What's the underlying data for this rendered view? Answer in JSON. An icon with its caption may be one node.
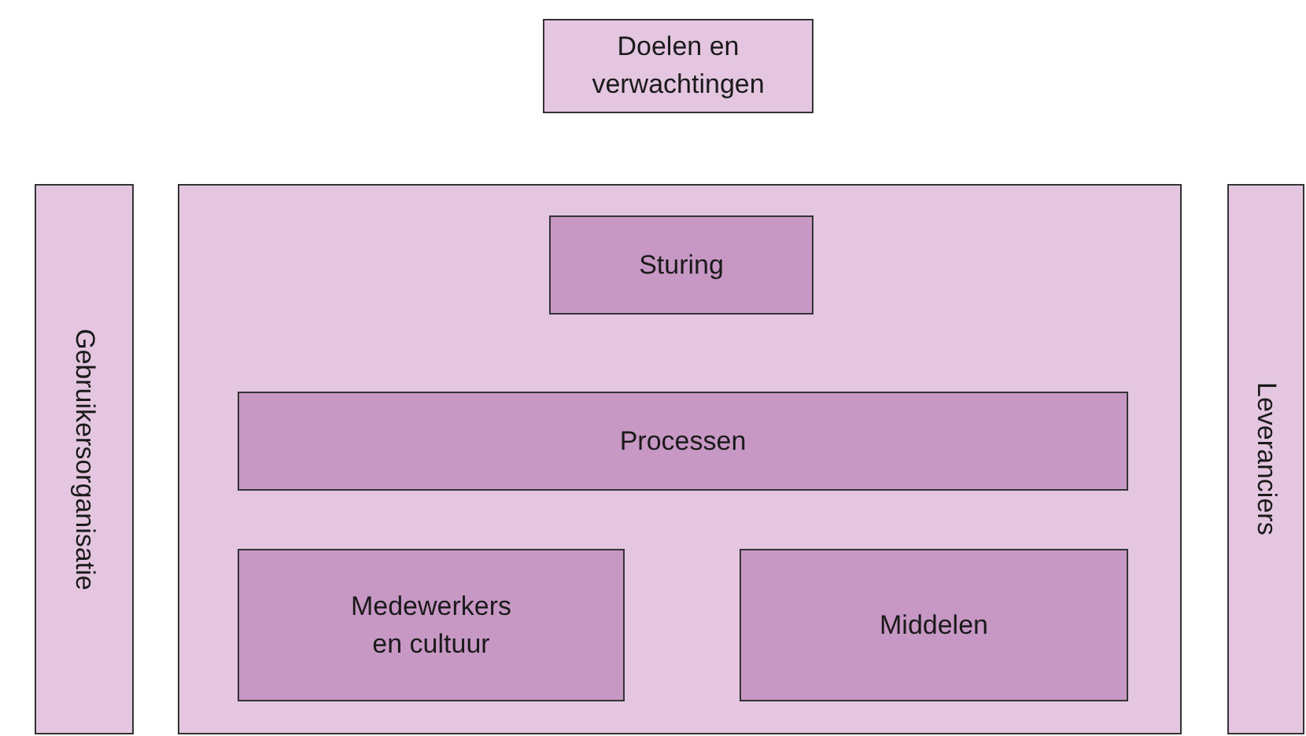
{
  "diagram": {
    "nodes": [
      {
        "text": [
          "Doelen en verwachtingen"
        ]
      },
      {
        "text": [
          "Gebruikersorganisatie"
        ]
      },
      {
        "text": [],
        "shape": "box"
      },
      {
        "text": [
          "Sturing"
        ],
        "in": 2
      },
      {
        "text": [
          "Processen"
        ],
        "in": 2
      },
      {
        "text": [
          "Medewerkers en cultuur"
        ],
        "in": 2
      },
      {
        "text": [
          "Middelen"
        ],
        "in": 2
      },
      {
        "text": [
          "Leveranciers"
        ]
      }
    ]
  }
}
